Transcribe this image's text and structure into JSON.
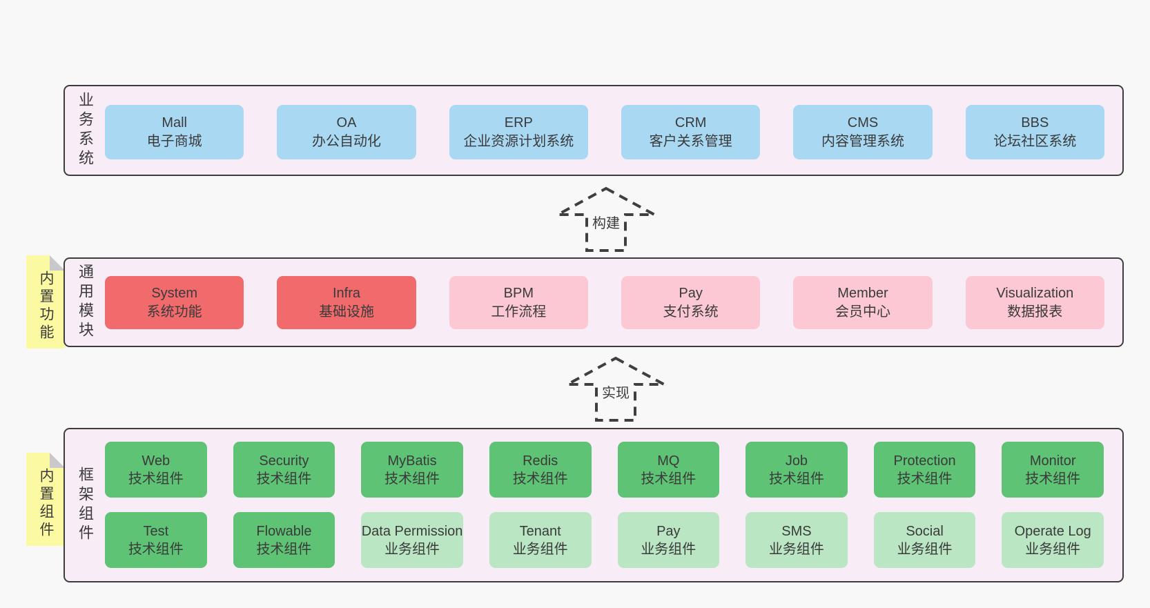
{
  "diagram": {
    "background": "#f8f8f8",
    "palette": {
      "container_fill": "#f8edf7",
      "container_border": "#3c3c3c",
      "blue_box": "#a9d8f3",
      "red_box": "#f16a6c",
      "pink_box": "#fbc8d3",
      "green_box": "#5ec374",
      "light_green_box": "#bae6c3",
      "sticky_note": "#fbf9a2",
      "sticky_fold": "#c8c8cd",
      "text": "#3a3a3a"
    },
    "arrows": [
      {
        "label": "构建"
      },
      {
        "label": "实现"
      }
    ],
    "layers": [
      {
        "label": "业务系统",
        "boxes": [
          {
            "name": "Mall",
            "sub": "电子商城",
            "type": "blue"
          },
          {
            "name": "OA",
            "sub": "办公自动化",
            "type": "blue"
          },
          {
            "name": "ERP",
            "sub": "企业资源计划系统",
            "type": "blue"
          },
          {
            "name": "CRM",
            "sub": "客户关系管理",
            "type": "blue"
          },
          {
            "name": "CMS",
            "sub": "内容管理系统",
            "type": "blue"
          },
          {
            "name": "BBS",
            "sub": "论坛社区系统",
            "type": "blue"
          }
        ]
      },
      {
        "label": "通用模块",
        "sticky": "内置功能",
        "boxes": [
          {
            "name": "System",
            "sub": "系统功能",
            "type": "red"
          },
          {
            "name": "Infra",
            "sub": "基础设施",
            "type": "red"
          },
          {
            "name": "BPM",
            "sub": "工作流程",
            "type": "pink"
          },
          {
            "name": "Pay",
            "sub": "支付系统",
            "type": "pink"
          },
          {
            "name": "Member",
            "sub": "会员中心",
            "type": "pink"
          },
          {
            "name": "Visualization",
            "sub": "数据报表",
            "type": "pink"
          }
        ]
      },
      {
        "label": "框架组件",
        "sticky": "内置组件",
        "boxes": [
          {
            "name": "Web",
            "sub": "技术组件",
            "type": "green"
          },
          {
            "name": "Security",
            "sub": "技术组件",
            "type": "green"
          },
          {
            "name": "MyBatis",
            "sub": "技术组件",
            "type": "green"
          },
          {
            "name": "Redis",
            "sub": "技术组件",
            "type": "green"
          },
          {
            "name": "MQ",
            "sub": "技术组件",
            "type": "green"
          },
          {
            "name": "Job",
            "sub": "技术组件",
            "type": "green"
          },
          {
            "name": "Protection",
            "sub": "技术组件",
            "type": "green"
          },
          {
            "name": "Monitor",
            "sub": "技术组件",
            "type": "green"
          },
          {
            "name": "Test",
            "sub": "技术组件",
            "type": "green"
          },
          {
            "name": "Flowable",
            "sub": "技术组件",
            "type": "green"
          },
          {
            "name": "Data Permission",
            "sub": "业务组件",
            "type": "lgreen"
          },
          {
            "name": "Tenant",
            "sub": "业务组件",
            "type": "lgreen"
          },
          {
            "name": "Pay",
            "sub": "业务组件",
            "type": "lgreen"
          },
          {
            "name": "SMS",
            "sub": "业务组件",
            "type": "lgreen"
          },
          {
            "name": "Social",
            "sub": "业务组件",
            "type": "lgreen"
          },
          {
            "name": "Operate Log",
            "sub": "业务组件",
            "type": "lgreen"
          }
        ]
      }
    ]
  }
}
